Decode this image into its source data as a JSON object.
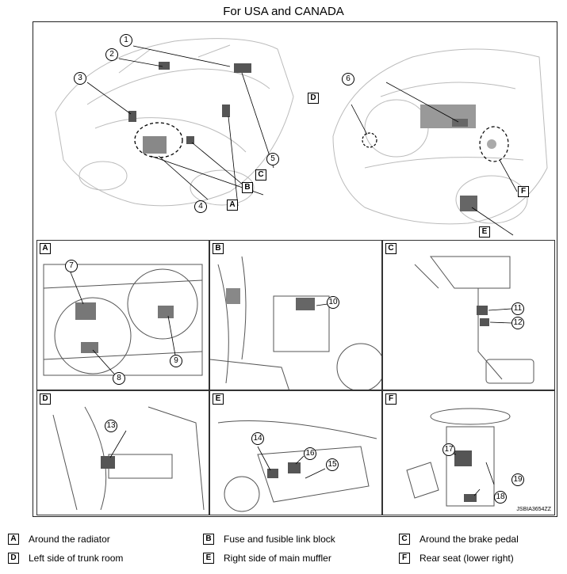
{
  "title": "For USA and CANADA",
  "image_code": "JSBIA3654ZZ",
  "main": {
    "callouts": [
      "1",
      "2",
      "3",
      "4",
      "5",
      "6"
    ],
    "letters": [
      "A",
      "B",
      "C",
      "D",
      "E",
      "F"
    ]
  },
  "panels": [
    {
      "letter": "A",
      "numbers": [
        "7",
        "8",
        "9"
      ]
    },
    {
      "letter": "B",
      "numbers": [
        "10"
      ]
    },
    {
      "letter": "C",
      "numbers": [
        "11",
        "12"
      ]
    },
    {
      "letter": "D",
      "numbers": [
        "13"
      ]
    },
    {
      "letter": "E",
      "numbers": [
        "14",
        "15",
        "16"
      ]
    },
    {
      "letter": "F",
      "numbers": [
        "17",
        "18",
        "19"
      ]
    }
  ],
  "legend": [
    {
      "letter": "A",
      "text": "Around the radiator"
    },
    {
      "letter": "B",
      "text": "Fuse and fusible link block"
    },
    {
      "letter": "C",
      "text": "Around the brake pedal"
    },
    {
      "letter": "D",
      "text": "Left side of trunk room"
    },
    {
      "letter": "E",
      "text": "Right side of main muffler"
    },
    {
      "letter": "F",
      "text": "Rear seat (lower right)"
    }
  ]
}
